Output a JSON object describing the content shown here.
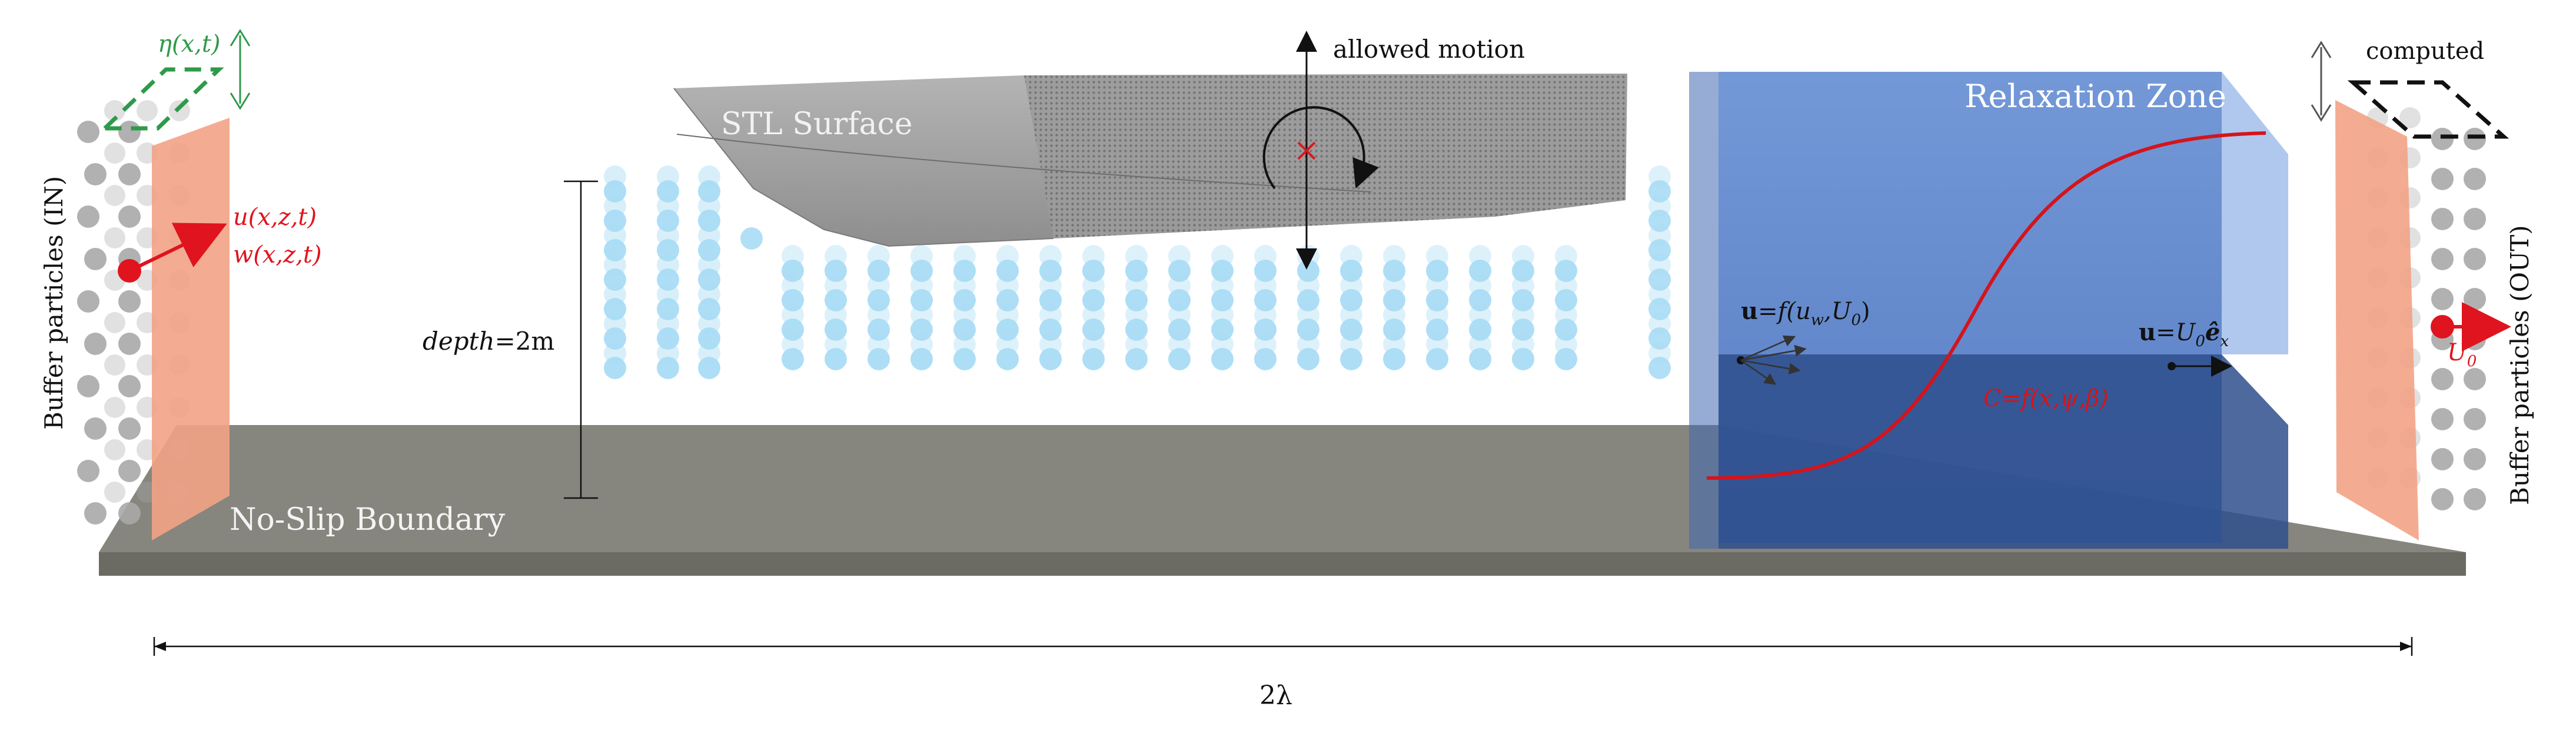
{
  "labels": {
    "eta": "η(x,t)",
    "buffer_in": "Buffer particles (IN)",
    "buffer_out": "Buffer particles (OUT)",
    "u_in": "u(x,z,t)",
    "w_in": "w(x,z,t)",
    "stl_surface": "STL Surface",
    "allowed_motion": "allowed motion",
    "relaxation_zone": "Relaxation Zone",
    "computed": "computed",
    "depth_italic": "depth",
    "depth_value": "=2m",
    "no_slip": "No-Slip Boundary",
    "u_relax_bold": "u",
    "u_relax_rest": "=f(u",
    "u_relax_sub": "w",
    "u_relax_tail": ",U",
    "u_relax_sub2": "0",
    "u_relax_close": ")",
    "u0_bold": "u",
    "u0_rest": "=U",
    "u0_sub": "0",
    "u0_e": "ê",
    "u0_esub": "x",
    "blend": "C=f(x,ψ,β)",
    "u0_out": "U",
    "u0_out_sub": "0",
    "wavelength": "2λ"
  },
  "colors": {
    "inflow_plane": "#f2a385",
    "outflow_plane": "#f2a385",
    "eta_green": "#2e9a4a",
    "velocity_red": "#e0141e",
    "water_particle": "#a9dcf5",
    "buffer_particle": "#a8a8a8",
    "floor": "#7b7a73",
    "relaxation_box": "#3a6fc4",
    "hull": "#a0a0a0",
    "text_dark": "#1a1a1a",
    "text_light": "#ffffff"
  },
  "icons": {
    "eta_arrow": "double-vertical-arrow-icon",
    "computed_arrow": "double-vertical-arrow-icon",
    "motion": "rotation-cross-icon"
  }
}
